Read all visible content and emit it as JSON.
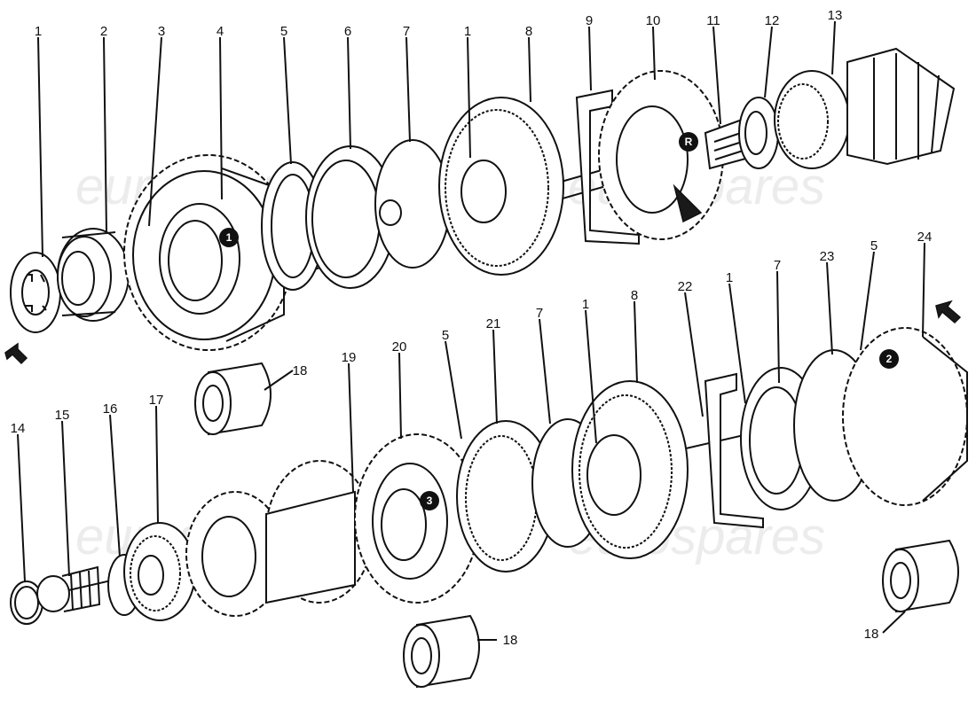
{
  "watermark": {
    "left_top": "eurospares",
    "right_top": "eurospares",
    "left_bottom": "eurospares",
    "right_bottom": "eurospares"
  },
  "callouts": {
    "top": [
      "1",
      "2",
      "3",
      "4",
      "5",
      "6",
      "7",
      "1",
      "8",
      "9",
      "10",
      "11",
      "12",
      "13"
    ],
    "bottom": [
      "14",
      "15",
      "16",
      "17",
      "18",
      "19",
      "20",
      "5",
      "21",
      "7",
      "1",
      "8",
      "22",
      "1",
      "7",
      "23",
      "5",
      "24",
      "18",
      "18"
    ]
  },
  "badges": {
    "b1": "1",
    "b2": "2",
    "b3": "3",
    "bR": "R"
  },
  "icons": {
    "arrow_left": "arrow-up-left-icon",
    "arrow_right": "arrow-up-left-icon"
  }
}
